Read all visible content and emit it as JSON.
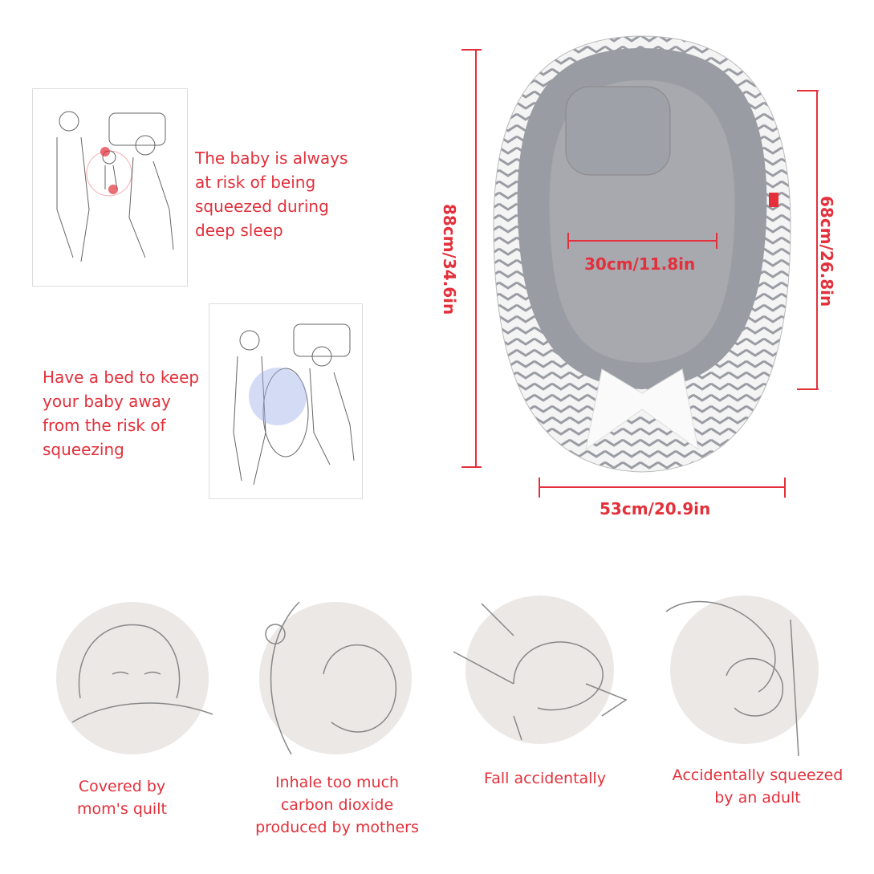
{
  "panels": [
    {
      "text": [
        "The baby is always",
        "at risk of being",
        "squeezed during",
        "deep sleep"
      ]
    },
    {
      "text": [
        "Have a bed to keep",
        "your baby away",
        "from the risk of",
        "squeezing"
      ]
    }
  ],
  "dimensions": {
    "length": "88cm/34.6in",
    "inner_length": "68cm/26.8in",
    "inner_width": "30cm/11.8in",
    "width": "53cm/20.9in"
  },
  "risks": [
    {
      "icon": "baby-under-quilt-icon",
      "text": [
        "Covered by",
        "mom's quilt"
      ]
    },
    {
      "icon": "mother-baby-face-icon",
      "text": [
        "Inhale too much",
        "carbon dioxide",
        "produced by mothers"
      ]
    },
    {
      "icon": "baby-falling-icon",
      "text": [
        "Fall accidentally"
      ]
    },
    {
      "icon": "adult-squeezing-baby-icon",
      "text": [
        "Accidentally squeezed",
        "by an adult"
      ]
    }
  ],
  "colors": {
    "accent": "#e3303b",
    "circle": "#ece8e6",
    "nest": "#9a9ca3"
  }
}
